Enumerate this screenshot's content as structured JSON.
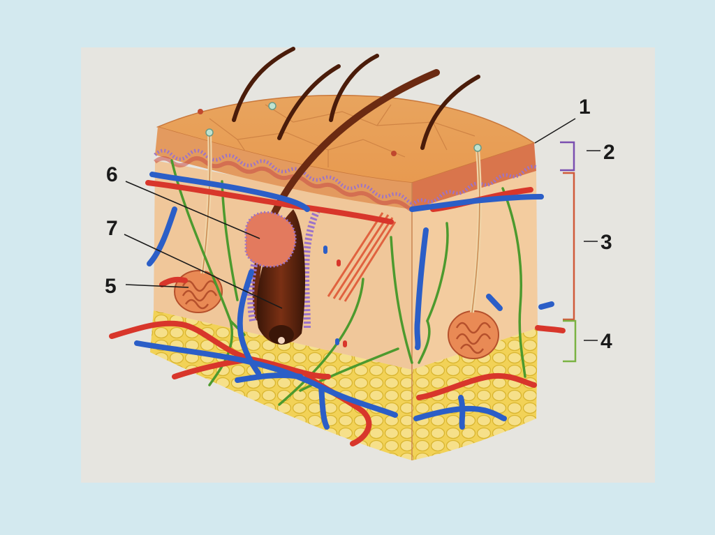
{
  "labels": {
    "l1": "1",
    "l2": "2",
    "l3": "3",
    "l4": "4",
    "l5": "5",
    "l6": "6",
    "l7": "7"
  },
  "colors": {
    "background": "#d3e9ef",
    "photo_background": "#e6e5e0",
    "epidermis": "#e9a25b",
    "dermis": "#f0c79a",
    "hypodermis_fat": "#f2d257",
    "artery": "#d8362b",
    "vein": "#2b5ec7",
    "nerve": "#4c9a2e",
    "bracket_epidermis": "#7a4fb0",
    "bracket_dermis": "#d05a3a",
    "bracket_hypodermis": "#7ab342"
  }
}
